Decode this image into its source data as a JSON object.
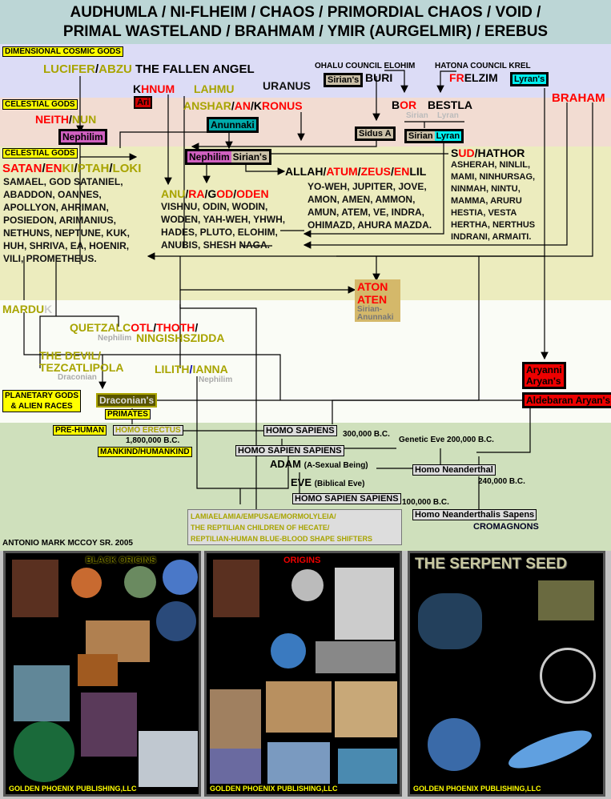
{
  "title": {
    "line1": "AUDHUMLA / NI-FLHEIM / CHAOS / PRIMORDIAL CHAOS / VOID /",
    "line2": "PRIMAL WASTELAND / BRAHMAM / YMIR (AURGELMIR) / EREBUS"
  },
  "labels": {
    "dimensional": "DIMENSIONAL COSMIC GODS",
    "celestial1": "CELESTIAL GODS",
    "celestial2": "CELESTIAL GODS",
    "planetary1": "PLANETARY GODS",
    "planetary2": "& ALIEN RACES",
    "primates": "PRIMATES",
    "prehuman": "PRE-HUMAN",
    "mankind": "MANKIND/HUMANKIND"
  },
  "lucifer": [
    "LUCIFER",
    "/",
    "ABZU",
    " THE FALLEN ANGEL"
  ],
  "khnum": [
    "K",
    "HNUM"
  ],
  "ari": "Ari",
  "lahmu": "LAHMU",
  "uranus": "URANUS",
  "anshar": [
    "ANSHAR",
    "/",
    "AN",
    "/",
    "K",
    "RONUS"
  ],
  "anunnaki": "Anunnaki",
  "neith": [
    "NEITH",
    "/",
    "NUN"
  ],
  "nephilim": "Nephilim",
  "nephsirian": [
    "Nephilim",
    "Sirian's"
  ],
  "satan": [
    "SATAN",
    "/",
    "EN",
    "KI",
    "/",
    "PTAH",
    "/",
    "LOKI"
  ],
  "satan_list": [
    "SAMAEL, GOD SATANIEL,",
    "ABADDON, OANNES,",
    "APOLLYON, AHRIMAN,",
    "POSIEDON, ARIMANIUS,",
    "NETHUNS, NEPTUNE, KUK,",
    "HUH, SHRIVA, EA, HOENIR,",
    "VILI, PROMETHEUS."
  ],
  "anu": [
    "ANU",
    "/",
    "RA",
    "/",
    "G",
    "OD",
    "/",
    "ODEN"
  ],
  "anu_list": [
    "VISHNU, ODIN, WODIN,",
    "WODEN, YAH-WEH, YHWH,",
    "HADES, PLUTO, ELOHIM,",
    "ANUBIS, SHESH NAGA."
  ],
  "allah": [
    "ALLAH",
    "/",
    "ATUM",
    "/",
    "ZEUS",
    "/",
    "EN",
    "LIL"
  ],
  "allah_list": [
    "YO-WEH, JUPITER, JOVE,",
    "AMON, AMEN, AMMON,",
    "AMUN, ATEM, VE, INDRA,",
    "OHIMAZD, AHURA MAZDA."
  ],
  "ohalu": "OHALU COUNCIL ELOHIM",
  "hatona": "HATONA COUNCIL  KREL",
  "sirians": "Sirian's",
  "buri": "BURI",
  "frelzim": [
    "F",
    "R",
    "ELZIM"
  ],
  "lyrans": "Lyran's",
  "bor": [
    "B",
    "OR"
  ],
  "bestla": "BESTLA",
  "faint_sirian": "Sirian",
  "faint_lyran": "Lyran",
  "sidus": "Sidus A",
  "sirianlyran": [
    "Sirian",
    "Lyran"
  ],
  "braham": "BRAHAM",
  "sud": [
    "S",
    "UD",
    "/",
    "HATHOR"
  ],
  "sud_list": [
    "ASHERAH,  NINLIL,",
    "MAMI, NINHURSAG,",
    "NINMAH, NINTU,",
    "MAMMA, ARURU",
    "HESTIA, VESTA",
    "HERTHA, NERTHUS",
    "INDRANI, ARMAITI."
  ],
  "aton": {
    "l1": "ATON",
    "l2": "ATEN",
    "l3": "Sirian-",
    "l4": "Anunnaki"
  },
  "marduk": [
    "MARDU",
    "K"
  ],
  "quetzal": [
    "QUETZALC",
    "OTL",
    "/",
    "THOTH",
    "/"
  ],
  "quetzal_neph": "Nephilim",
  "ningish": "NINGISHSZIDDA",
  "devil": {
    "l1": "THE DEVIL/",
    "l2": "TEZCATLIPOLA",
    "sub": "Draconian"
  },
  "lilith": [
    "LILITH",
    "/",
    "IANNA"
  ],
  "lilith_neph": "Nephilim",
  "aryanni": {
    "l1": "Aryanni",
    "l2": "Aryan's"
  },
  "aldebaran": "Aldebaran Aryan's",
  "draconians": "Draconian's",
  "erectus": "HOMO ERECTUS",
  "erectus_date": "1,800,000 B.C.",
  "sapiens": "HOMO SAPIENS",
  "sapiens_date": "300,000 B.C.",
  "genetic_eve": "Genetic Eve  200,000 B.C.",
  "sapien_sapiens1": "HOMO SAPIEN SAPIENS",
  "adam": "ADAM",
  "adam_note": "(A-Sexual Being)",
  "eve": "EVE",
  "eve_note": "(Biblical Eve)",
  "sapien_sapiens2": "HOMO SAPIEN SAPIENS",
  "ss2_date": "100,000 B.C.",
  "neanderthal": "Homo Neanderthal",
  "nean_date": "240,000 B.C.",
  "nean_sapiens": "Homo Neanderthalis Sapens",
  "cromagnons": "CROMAGNONS",
  "lamia": [
    "LAMIAELAMIA/EMPUSAE/MORMOLYLEIA/",
    "THE REPTILIAN CHILDREN OF HECATE/",
    "REPTILIAN-HUMAN BLUE-BLOOD SHAPE SHIFTERS"
  ],
  "author": "ANTONIO MARK MCCOY SR. 2005",
  "panels": [
    {
      "title": "BLACK ORIGINS",
      "footer": "GOLDEN PHOENIX PUBLISHING,LLC"
    },
    {
      "title": "ORIGINS",
      "footer": "GOLDEN PHOENIX PUBLISHING,LLC"
    },
    {
      "title": "THE SERPENT SEED",
      "footer": "GOLDEN PHOENIX PUBLISHING,LLC"
    }
  ]
}
